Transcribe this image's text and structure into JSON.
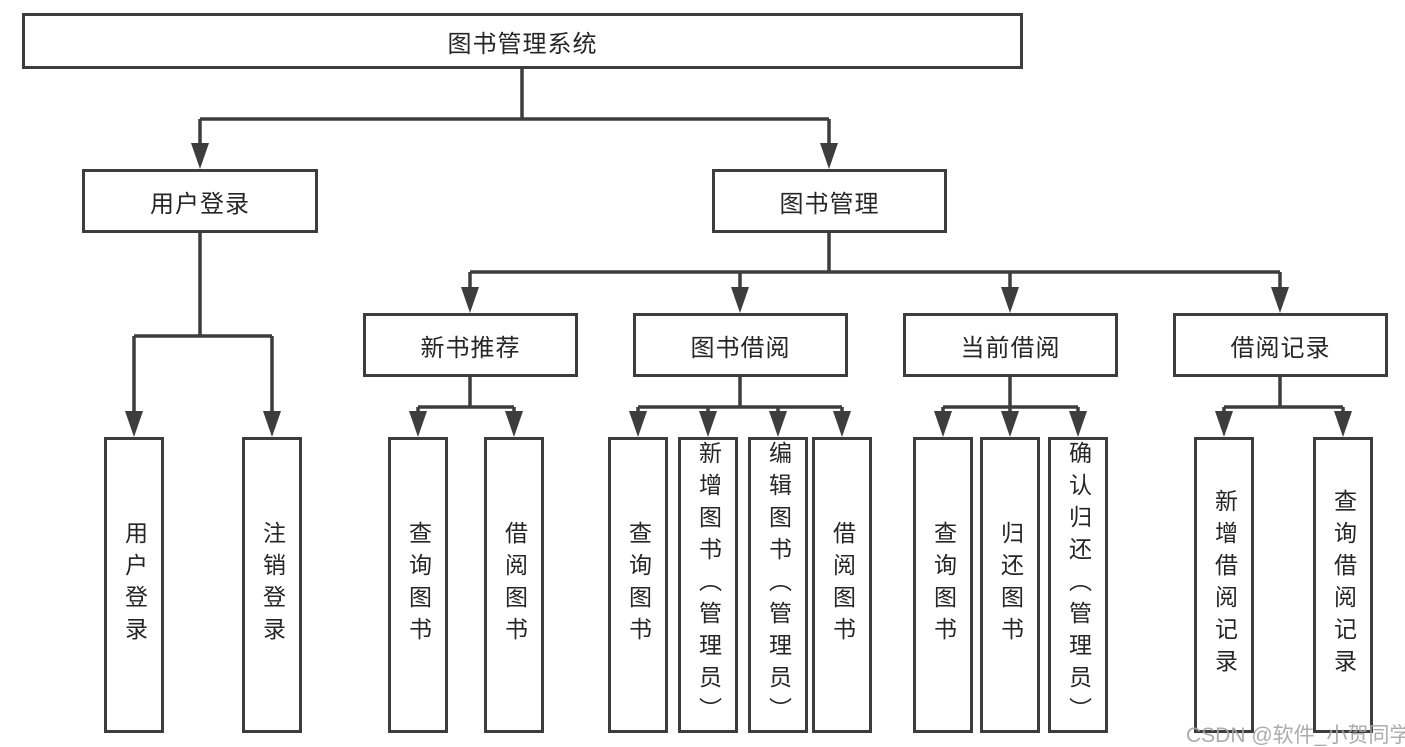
{
  "diagram": {
    "type": "hierarchy-tree",
    "line_color": "#3d3d3d",
    "background_color": "#ffffff",
    "tree": {
      "label": "图书管理系统",
      "children": [
        {
          "label": "用户登录",
          "children": [
            {
              "label": "用户登录"
            },
            {
              "label": "注销登录"
            }
          ]
        },
        {
          "label": "图书管理",
          "children": [
            {
              "label": "新书推荐",
              "children": [
                {
                  "label": "查询图书"
                },
                {
                  "label": "借阅图书"
                }
              ]
            },
            {
              "label": "图书借阅",
              "children": [
                {
                  "label": "查询图书"
                },
                {
                  "label": "新增图书（管理员）"
                },
                {
                  "label": "编辑图书（管理员）"
                },
                {
                  "label": "借阅图书"
                }
              ]
            },
            {
              "label": "当前借阅",
              "children": [
                {
                  "label": "查询图书"
                },
                {
                  "label": "归还图书"
                },
                {
                  "label": "确认归还（管理员）"
                }
              ]
            },
            {
              "label": "借阅记录",
              "children": [
                {
                  "label": "新增借阅记录"
                },
                {
                  "label": "查询借阅记录"
                }
              ]
            }
          ]
        }
      ]
    },
    "watermark": "CSDN @软件_小贺同学"
  }
}
